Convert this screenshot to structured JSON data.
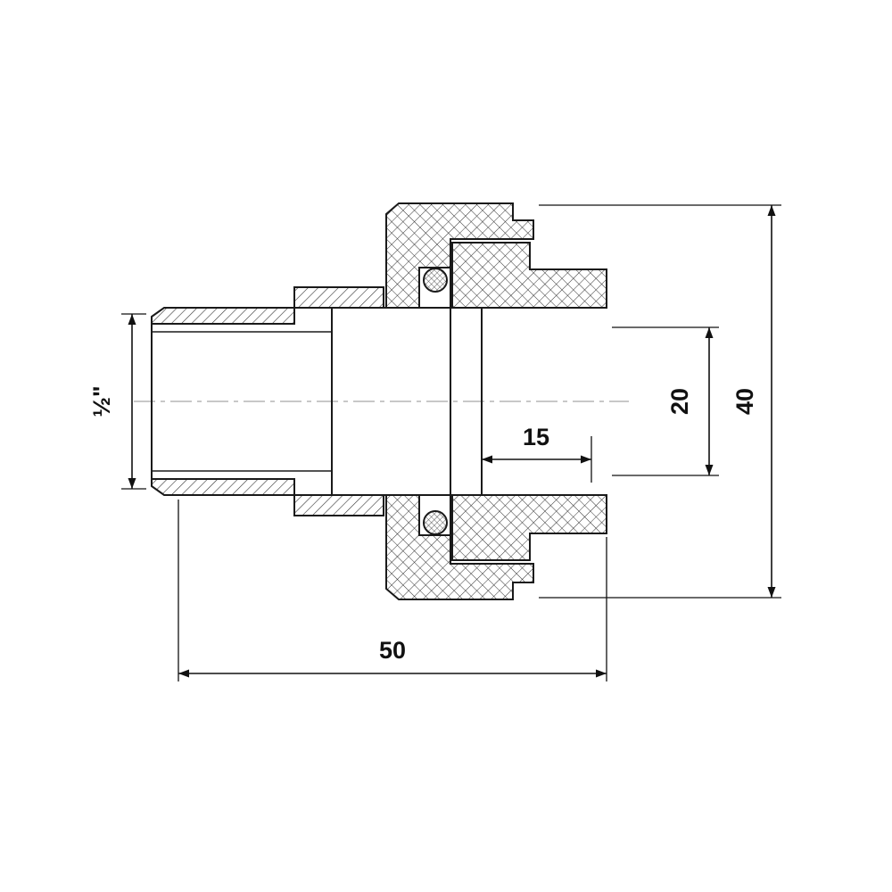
{
  "page": {
    "background_color": "#ffffff"
  },
  "drawing": {
    "kind": "technical-section-drawing",
    "subject": "threaded pipe union fitting cross-section",
    "line_color": "#1a1a1a",
    "centerline_color": "#b5b5b5",
    "dimensions": {
      "thread_size": "½\"",
      "socket_depth": "15",
      "inner_diameter": "20",
      "outer_diameter": "40",
      "overall_length": "50"
    }
  }
}
